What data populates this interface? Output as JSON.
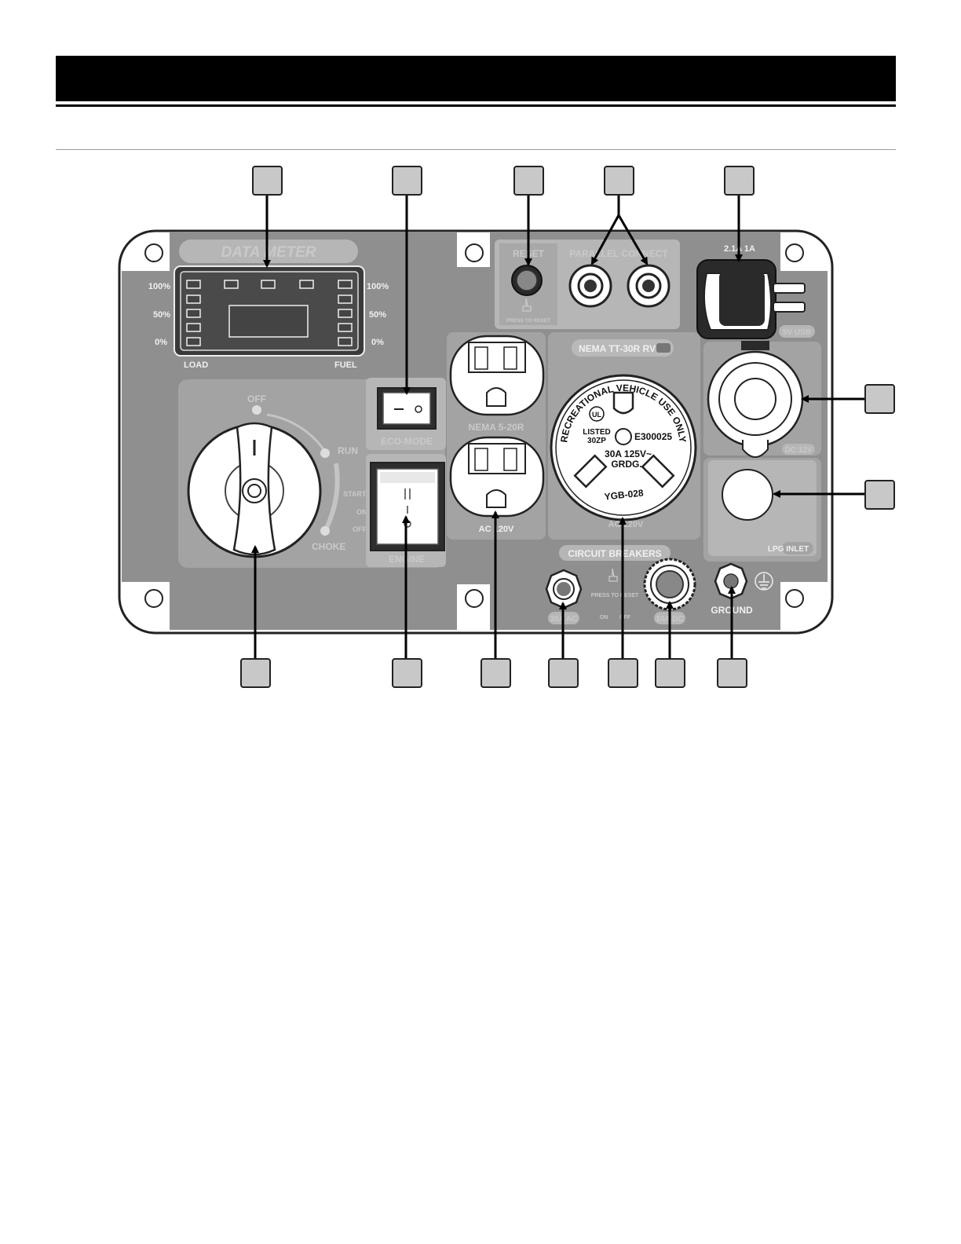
{
  "panel": {
    "data_meter": {
      "title": "DATA METER",
      "levels": [
        "100%",
        "50%",
        "0%"
      ],
      "load_label": "LOAD",
      "fuel_label": "FUEL"
    },
    "eco_mode_label": "ECO-MODE",
    "engine_label": "ENGINE",
    "knob": {
      "off": "OFF",
      "run": "RUN",
      "choke": "CHOKE",
      "start": "START",
      "on": "ON",
      "off_small": "OFF"
    },
    "reset": {
      "label": "RESET",
      "press_to_reset": "PRESS TO RESET"
    },
    "parallel_connect_label": "PARALLEL CONNECT",
    "usb": {
      "rating": "2.1A  1A",
      "label": "5V USB"
    },
    "nema_520r": {
      "label": "NEMA 5-20R",
      "voltage": "AC 120V"
    },
    "rv_outlet": {
      "title": "NEMA TT-30R RV",
      "ring_text": "RECREATIONAL VEHICLE USE ONLY",
      "ul_mark": "UL",
      "listed": "LISTED",
      "listed_code": "30ZP",
      "file_no": "E300025",
      "rating": "30A  125V~",
      "grdg": "GRDG.",
      "model": "YGB-028",
      "voltage": "AC 120V"
    },
    "dc12v_label": "DC 12V",
    "lpg_inlet_label": "LPG INLET",
    "circuit_breakers": {
      "title": "CIRCUIT BREAKERS",
      "press_to_reset": "PRESS TO RESET",
      "on": "ON",
      "off": "OFF",
      "breaker_20a": "20A AC",
      "breaker_10a": "10A DC"
    },
    "ground_label": "GROUND"
  },
  "colors": {
    "panel": "#8f8f8f",
    "section": "#a3a3a3",
    "inset": "#b9b9b9",
    "callout_box": "#c8c8c8"
  }
}
